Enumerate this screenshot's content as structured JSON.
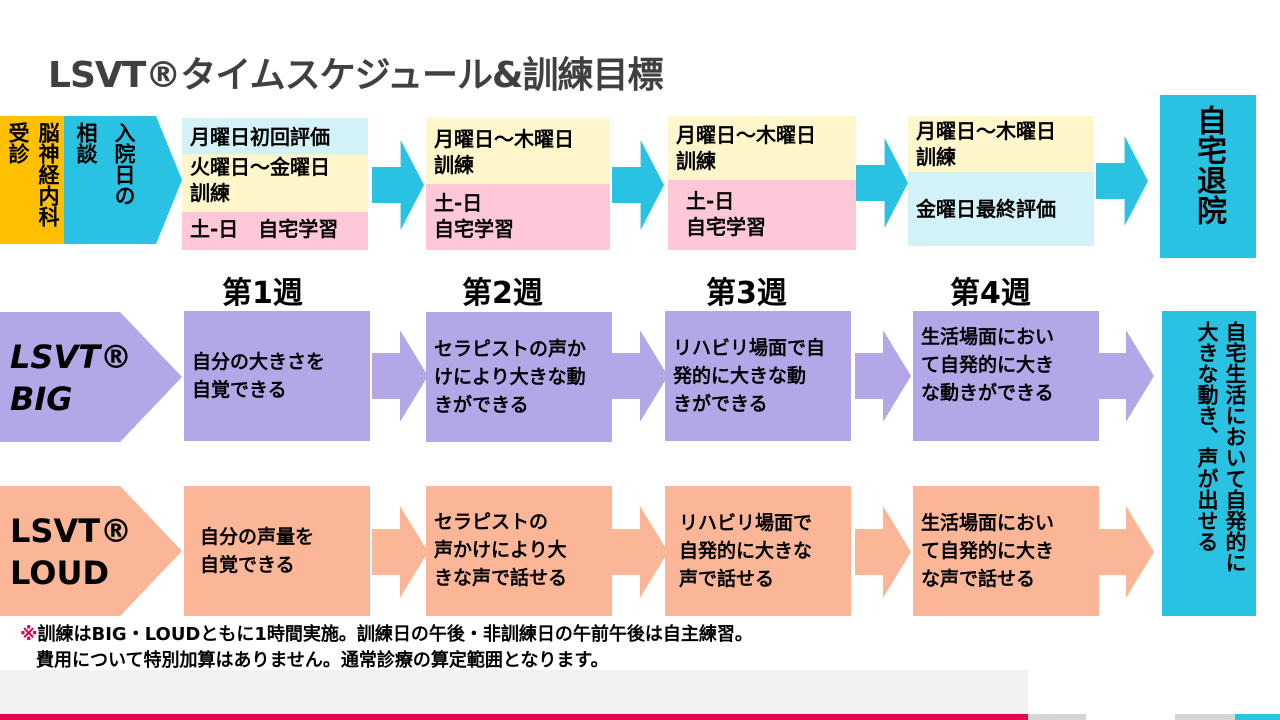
{
  "title": "LSVT®タイムスケジュール&訓練目標",
  "intake": {
    "visit_label": "受診",
    "department_label": "脳神経内科",
    "consult_label_1": "相談",
    "consult_label_2": "入院日の"
  },
  "weeks": [
    {
      "label": "第1週",
      "schedule": [
        {
          "text": "月曜日初回評価",
          "color": "#d3f2f8"
        },
        {
          "text": "火曜日～金曜日\n訓練",
          "color": "#fff6cc"
        },
        {
          "text": "土-日　自宅学習",
          "color": "#ffc8d9"
        }
      ],
      "big_goal": "自分の大きさを\n自覚できる",
      "loud_goal": "自分の声量を\n自覚できる"
    },
    {
      "label": "第2週",
      "schedule": [
        {
          "text": "月曜日～木曜日\n訓練",
          "color": "#fff6cc"
        },
        {
          "text": "土-日\n自宅学習",
          "color": "#ffc8d9"
        }
      ],
      "big_goal": "セラピストの声か\nけにより大きな動\nきができる",
      "loud_goal": "セラピストの\n声かけにより大\nきな声で話せる"
    },
    {
      "label": "第3週",
      "schedule": [
        {
          "text": "月曜日～木曜日\n訓練",
          "color": "#fff6cc"
        },
        {
          "text": "土-日\n自宅学習",
          "color": "#ffc8d9"
        }
      ],
      "big_goal": "リハビリ場面で自\n発的に大きな動\nきができる",
      "loud_goal": "リハビリ場面で\n自発的に大きな\n声で話せる"
    },
    {
      "label": "第4週",
      "schedule": [
        {
          "text": "月曜日～木曜日\n訓練",
          "color": "#fff6cc"
        },
        {
          "text": "金曜日最終評価",
          "color": "#d3f2f8"
        }
      ],
      "big_goal": "生活場面におい\nて自発的に大き\nな動きができる",
      "loud_goal": "生活場面におい\nて自発的に大き\nな声で話せる"
    }
  ],
  "discharge_label": "自宅退院",
  "programs": {
    "big": {
      "label_1": "LSVT®",
      "label_2": "BIG",
      "color": "#b4a7e8"
    },
    "loud": {
      "label_1": "LSVT®",
      "label_2": "LOUD",
      "color": "#fbb597"
    }
  },
  "final_goal_1": "自宅生活において自発的に",
  "final_goal_2": "大きな動き、声が出せる",
  "notes": {
    "mark": "※",
    "line1": "訓練はBIG・LOUDともに1時間実施。訓練日の午後・非訓練日の午前午後は自主練習。",
    "line2": "費用について特別加算はありません。通常診療の算定範囲となります。"
  },
  "colors": {
    "accent_cyan": "#29c2e3",
    "accent_orange": "#ffc000",
    "footer_red": "#e5004f"
  }
}
